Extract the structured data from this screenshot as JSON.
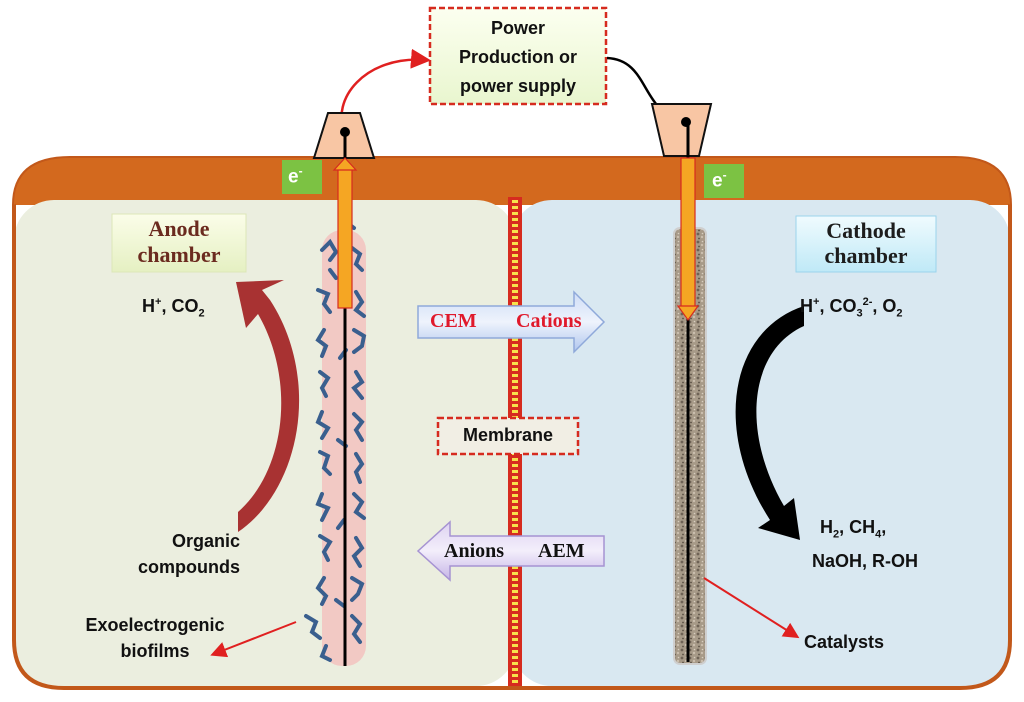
{
  "power_box": {
    "line1": "Power",
    "line2": "Production or",
    "line3": "power supply"
  },
  "electron": {
    "symbol": "e",
    "sup": "-"
  },
  "anode": {
    "title_line1": "Anode",
    "title_line2": "chamber"
  },
  "cathode": {
    "title_line1": "Cathode",
    "title_line2": "chamber"
  },
  "anode_products": {
    "a": "H",
    "a_sup": "+",
    "b": ", CO",
    "b_sub": "2"
  },
  "cathode_inputs": {
    "a": "H",
    "a_sup": "+",
    "b": ", CO",
    "b_sub": "3",
    "b_sup": "2-",
    "c": ", O",
    "c_sub": "2"
  },
  "cathode_products": {
    "line1_a": "H",
    "line1_a_sub": "2",
    "line1_b": ", CH",
    "line1_b_sub": "4",
    "line1_c": ",",
    "line2": "NaOH, R-OH"
  },
  "organic": {
    "line1": "Organic",
    "line2": "compounds"
  },
  "biofilm": {
    "line1": "Exoelectrogenic",
    "line2": "biofilms"
  },
  "catalysts": "Catalysts",
  "membrane": "Membrane",
  "cem_arrow": {
    "left": "CEM",
    "right": "Cations"
  },
  "aem_arrow": {
    "left": "Anions",
    "right": "AEM"
  },
  "colors": {
    "tank_orange": "#D3691E",
    "anode_bg": "#EBEEDF",
    "cathode_bg": "#D9E8F1",
    "anode_title": "#6B2B1F",
    "anode_arrow": "#A83232",
    "biofilm": "#3A5F8E",
    "electrode_orange": "#F5A623",
    "membrane_red": "#D62B1F",
    "membrane_yellow": "#F7E14B"
  }
}
